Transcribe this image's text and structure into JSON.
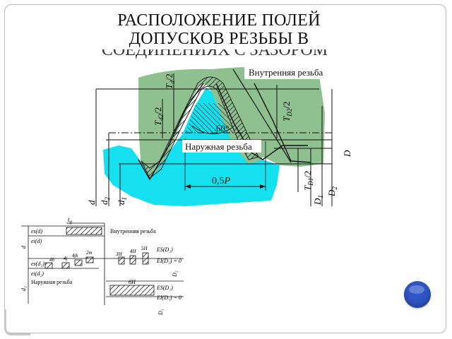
{
  "slide": {
    "title_lines": [
      "РАСПОЛОЖЕНИЕ ПОЛЕЙ",
      "ДОПУСКОВ РЕЗЬБЫ В"
    ],
    "title_cut_line": "СОЕДИНЕНИЯХ С ЗАЗОРОМ"
  },
  "upper_diagram": {
    "label_internal": "Внутренняя резьба",
    "label_external": "Наружная резьба",
    "angle": "60°",
    "pitch": "0,5",
    "pitch_var": "P",
    "td_half": "T",
    "td_half_sub": "d",
    "td2_half_sub": "d2",
    "tD2_half_sub": "D2",
    "tD1_half_sub": "D1",
    "half_suffix": "/2",
    "dim_d": "d",
    "dim_d2": "d",
    "dim_d2_sub": "2",
    "dim_d1": "d",
    "dim_d1_sub": "1",
    "dim_D": "D",
    "dim_D2": "D",
    "dim_D2_sub": "2",
    "dim_D1": "D",
    "dim_D1_sub": "1"
  },
  "lower_diagram": {
    "tg": "t",
    "tg_sub": "g",
    "es_d": "es(d)",
    "ei_d": "ei(d)",
    "es_d2": "es(d₂)",
    "ei_d2": "ei(d₂)",
    "label_internal": "Внутренняя резьба",
    "label_external": "Наружная резьба",
    "fields_small": [
      "4h",
      "4j",
      "4jk",
      "2m"
    ],
    "fields_int": [
      "3H",
      "4H",
      "5H"
    ],
    "es_D2": "ES(D₂)",
    "ei_D2": "EI(D₂) = 0",
    "field_6H": "6H",
    "es_D1": "ES(D₁)",
    "ei_D1": "EI(D₁) = 0",
    "axis_d": "d",
    "axis_d2": "d₂",
    "axis_D2": "D₂",
    "axis_D1": "D₁"
  },
  "colors": {
    "internal_fill": "#8fc08f",
    "external_fill": "#15e0f0",
    "nav_button": "#2f56c6"
  }
}
